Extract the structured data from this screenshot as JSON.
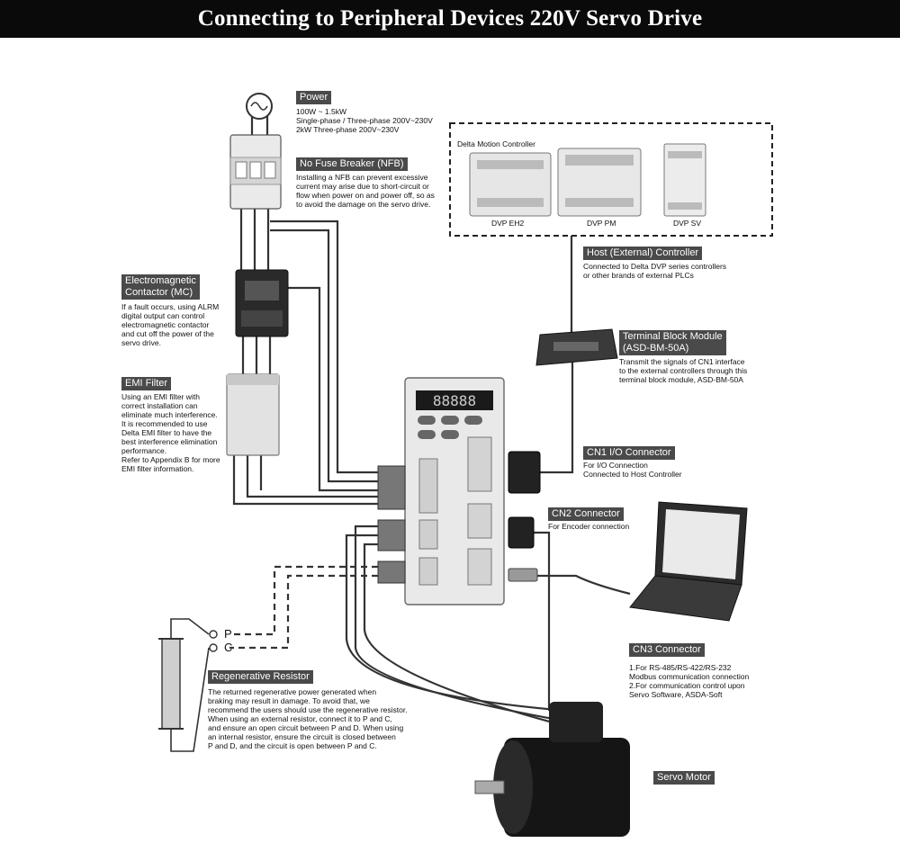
{
  "title": "Connecting to Peripheral Devices 220V Servo Drive",
  "power": {
    "label": "Power",
    "text": "100W ~ 1.5kW\nSingle-phase / Three-phase 200V~230V\n2kW   Three-phase 200V~230V"
  },
  "nfb": {
    "label": "No Fuse Breaker (NFB)",
    "text": "Installing a NFB can prevent excessive\ncurrent may arise due to short-circuit or\nflow when power on and power off, so as\nto avoid the damage on the servo drive."
  },
  "controller_box": {
    "title": "Delta Motion Controller",
    "models": [
      "DVP EH2",
      "DVP PM",
      "DVP SV"
    ]
  },
  "host": {
    "label": "Host (External) Controller",
    "text": "Connected to Delta DVP series controllers\nor other brands of external PLCs"
  },
  "mc": {
    "label": "Electromagnetic\nContactor (MC)",
    "text": "If a fault occurs, using ALRM\ndigital output can control\nelectromagnetic contactor\nand cut off the power of the\nservo drive."
  },
  "tbm": {
    "label": "Terminal Block Module\n(ASD-BM-50A)",
    "text": "Transmit the signals of CN1 interface\nto the external controllers through this\nterminal block module, ASD-BM-50A"
  },
  "emi": {
    "label": "EMI Filter",
    "text": "Using an EMI filter with\ncorrect installation can\neliminate much interference.\nIt is recommended to use\nDelta EMI filter to have the\nbest interference elimination\nperformance.\nRefer to Appendix B for more\nEMI filter information."
  },
  "cn1": {
    "label": "CN1 I/O Connector",
    "text": "For I/O Connection\nConnected to Host Controller"
  },
  "cn2": {
    "label": "CN2 Connector",
    "text": "For Encoder connection"
  },
  "cn3": {
    "label": "CN3 Connector",
    "text": "1.For RS-485/RS-422/RS-232\n   Modbus communication connection\n2.For communication control upon\n   Servo Software, ASDA-Soft"
  },
  "regen": {
    "label": "Regenerative Resistor",
    "text": "The returned regenerative power generated when\nbraking may result in damage. To avoid that, we\nrecommend the users should use the regenerative resistor.\nWhen using an external resistor, connect it to P and C,\nand ensure an open circuit between P and D. When using\nan internal resistor, ensure the circuit is closed between\nP and D, and the circuit is open between P and C.",
    "p": "P",
    "c": "C"
  },
  "motor": {
    "label": "Servo Motor"
  },
  "drive_display": "88888",
  "colors": {
    "label_bg": "#4a4a4a",
    "title_bg": "#0a0a0a",
    "wire": "#333333"
  }
}
